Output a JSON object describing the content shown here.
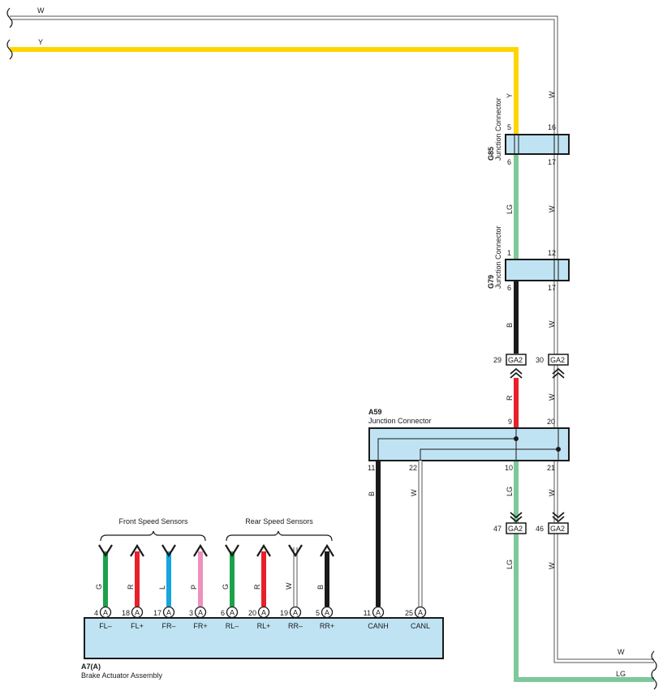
{
  "colors": {
    "yellow": "#FFD500",
    "light_green": "#7DC89A",
    "black": "#1a1a1a",
    "red": "#E8202A",
    "green": "#1BA24B",
    "blue": "#14A6DE",
    "pink": "#EE8FBD",
    "white_wire_outline": "#555555",
    "connector_fill": "#BFE3F3"
  },
  "wires": {
    "top_w": "W",
    "top_y": "Y",
    "bottom_w": "W",
    "bottom_lg": "LG",
    "g85_y": "Y",
    "g85_w": "W",
    "g79_lg": "LG",
    "g79_w": "W",
    "ga2_b": "B",
    "ga2_w": "W",
    "a59_r": "R",
    "a59_w": "W",
    "canh_b": "B",
    "canl_w": "W",
    "lower_lg": "LG",
    "lower_w": "W",
    "low_lg": "LG",
    "low_w": "W"
  },
  "g85": {
    "id": "G85",
    "name": "Junction Connector",
    "pins": {
      "top_left": "5",
      "top_right": "16",
      "bottom_left": "6",
      "bottom_right": "17"
    }
  },
  "g79": {
    "id": "G79",
    "name": "Junction Connector",
    "pins": {
      "top_left": "1",
      "top_right": "12",
      "bottom_left": "6",
      "bottom_right": "17"
    }
  },
  "ga2_upper": {
    "left_pin": "29",
    "left_label": "GA2",
    "right_pin": "30",
    "right_label": "GA2"
  },
  "ga2_lower": {
    "left_pin": "47",
    "left_label": "GA2",
    "right_pin": "46",
    "right_label": "GA2"
  },
  "a59": {
    "id": "A59",
    "name": "Junction Connector",
    "pins": {
      "top_9": "9",
      "top_20": "20",
      "bottom_11": "11",
      "bottom_22": "22",
      "bottom_10": "10",
      "bottom_21": "21"
    }
  },
  "a7": {
    "id": "A7(A)",
    "name": "Brake Actuator Assembly",
    "connector_letter": "A",
    "front_group": "Front Speed Sensors",
    "rear_group": "Rear Speed Sensors",
    "terminals": [
      {
        "pin": "4",
        "label": "FL–",
        "wire": "G"
      },
      {
        "pin": "18",
        "label": "FL+",
        "wire": "R"
      },
      {
        "pin": "17",
        "label": "FR–",
        "wire": "L"
      },
      {
        "pin": "3",
        "label": "FR+",
        "wire": "P"
      },
      {
        "pin": "6",
        "label": "RL–",
        "wire": "G"
      },
      {
        "pin": "20",
        "label": "RL+",
        "wire": "R"
      },
      {
        "pin": "19",
        "label": "RR–",
        "wire": "W"
      },
      {
        "pin": "5",
        "label": "RR+",
        "wire": "B"
      },
      {
        "pin": "11",
        "label": "CANH",
        "wire": ""
      },
      {
        "pin": "25",
        "label": "CANL",
        "wire": ""
      }
    ]
  }
}
